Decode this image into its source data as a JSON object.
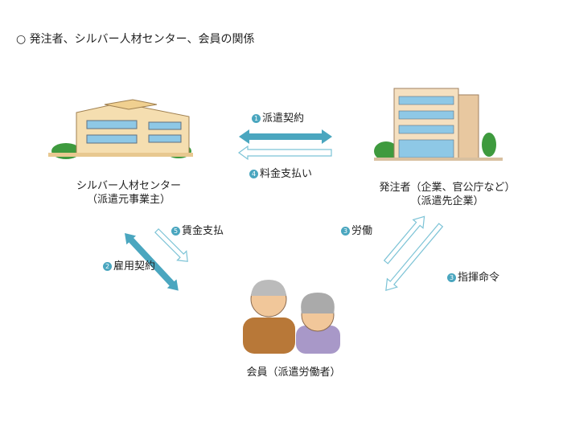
{
  "title": "○ 発注者、シルバー人材センター、会員の関係",
  "left_org": {
    "name": "シルバー人材センター",
    "role": "（派遣元事業主）"
  },
  "right_org": {
    "name": "発注者（企業、官公庁など）",
    "role": "（派遣先企業）"
  },
  "members": {
    "name": "会員（派遣労働者）"
  },
  "relations": [
    {
      "num": "1",
      "label": "派遣契約"
    },
    {
      "num": "4",
      "label": "料金支払い"
    },
    {
      "num": "5",
      "label": "賃金支払"
    },
    {
      "num": "2",
      "label": "雇用契約"
    },
    {
      "num": "3",
      "label": "労働"
    },
    {
      "num": "3",
      "label": "指揮命令"
    }
  ],
  "colors": {
    "accent": "#4aa6bf",
    "outline": "#7cc3d6"
  }
}
